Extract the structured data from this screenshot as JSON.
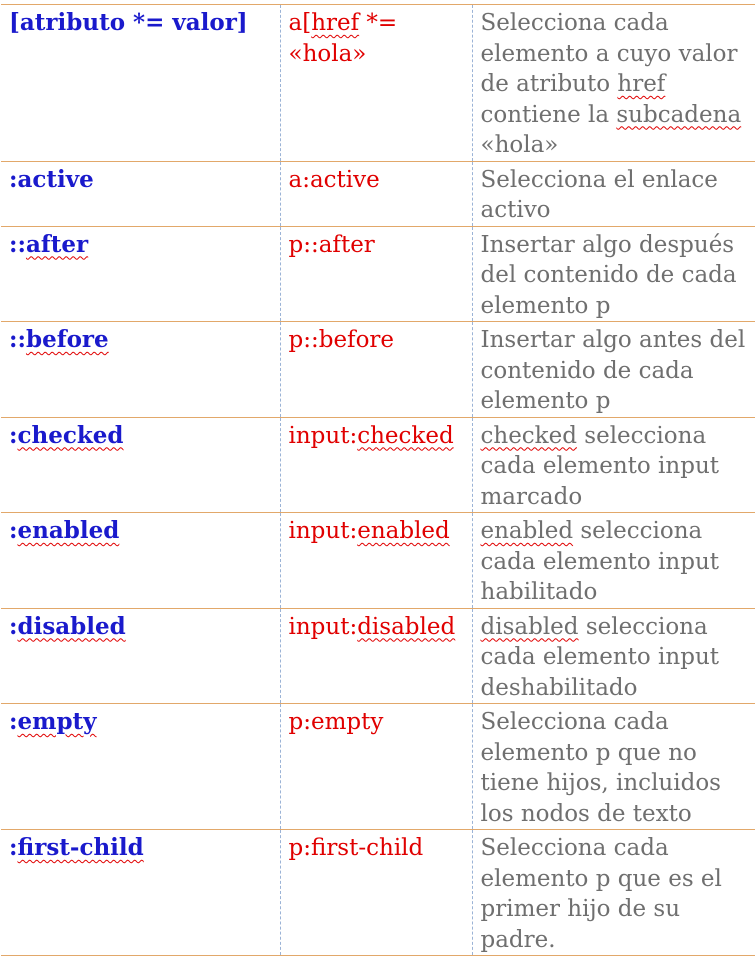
{
  "rows": [
    {
      "selector_prefix": "[atributo *= valor]",
      "selector_word": "",
      "example_prefix": "a[",
      "example_word": "href",
      "example_suffix": " *= «hola»",
      "desc_prefix": "Selecciona cada elemento a cuyo valor de atributo ",
      "desc_word1": "href",
      "desc_mid": " contiene la ",
      "desc_word2": "subcadena",
      "desc_suffix": " «hola»"
    },
    {
      "selector_prefix": ":active",
      "example_prefix": "a:active",
      "description": "Selecciona el enlace activo"
    },
    {
      "selector_prefix": "::",
      "selector_word": "after",
      "example_prefix": "p::after",
      "description": "Insertar algo después del contenido de cada elemento p"
    },
    {
      "selector_prefix": "::",
      "selector_word": "before",
      "example_prefix": "p::before",
      "description": "Insertar algo antes del contenido de cada elemento p"
    },
    {
      "selector_prefix": ":",
      "selector_word": "checked",
      "example_prefix": "input:",
      "example_word": "checked",
      "desc_word": "checked",
      "desc_suffix": " selecciona cada elemento input marcado"
    },
    {
      "selector_prefix": ":",
      "selector_word": "enabled",
      "example_prefix": "input:",
      "example_word": "enabled",
      "desc_word": "enabled",
      "desc_suffix": " selecciona cada elemento input habilitado"
    },
    {
      "selector_prefix": ":",
      "selector_word": "disabled",
      "example_prefix": "input:",
      "example_word": "disabled",
      "desc_word": "disabled",
      "desc_suffix": " selecciona cada elemento input deshabilitado"
    },
    {
      "selector_prefix": ":",
      "selector_word": "empty",
      "example_prefix": "p:empty",
      "description": "Selecciona cada elemento p que no tiene hijos, incluidos los nodos de texto"
    },
    {
      "selector_prefix": ":",
      "selector_word": "first-child",
      "example_prefix": "p:first-child",
      "description": "Selecciona cada elemento p que es el primer hijo de su padre."
    }
  ],
  "colors": {
    "selector": "#1a1acc",
    "example": "#e00000",
    "description": "#6f6f6f",
    "row_border": "#e2a86a",
    "spellcheck": "#e00000"
  }
}
